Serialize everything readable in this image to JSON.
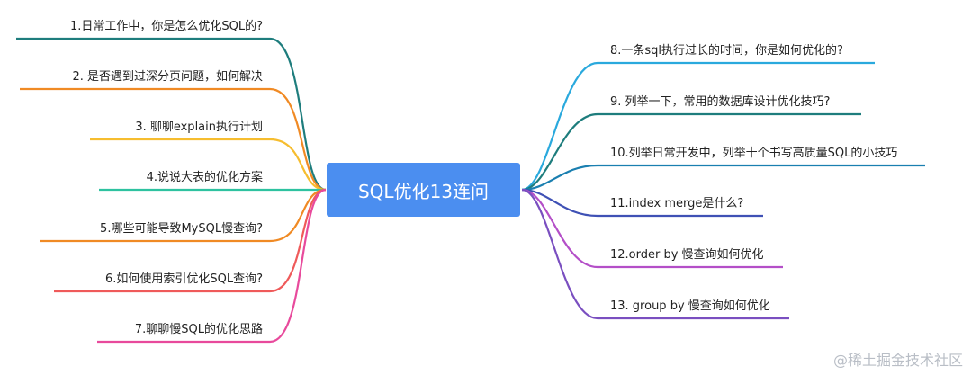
{
  "center": {
    "title": "SQL优化13连问",
    "color": "#4b8ef0"
  },
  "left_branches": [
    {
      "label": "1.日常工作中，你是怎么优化SQL的?",
      "color": "#1e7d7d"
    },
    {
      "label": "2. 是否遇到过深分页问题，如何解决",
      "color": "#f08a24"
    },
    {
      "label": "3. 聊聊explain执行计划",
      "color": "#f6bd2f"
    },
    {
      "label": "4.说说大表的优化方案",
      "color": "#2ec2a0"
    },
    {
      "label": "5.哪些可能导致MySQL慢查询?",
      "color": "#f08a24"
    },
    {
      "label": "6.如何使用索引优化SQL查询?",
      "color": "#ef5a5a"
    },
    {
      "label": "7.聊聊慢SQL的优化思路",
      "color": "#e84a9c"
    }
  ],
  "right_branches": [
    {
      "label": "8.一条sql执行过长的时间，你是如何优化的?",
      "color": "#2aa9dd"
    },
    {
      "label": "9. 列举一下，常用的数据库设计优化技巧?",
      "color": "#1e7d7d"
    },
    {
      "label": "10.列举日常开发中，列举十个书写高质量SQL的小技巧",
      "color": "#1a7fb0"
    },
    {
      "label": "11.index merge是什么?",
      "color": "#3f51b5"
    },
    {
      "label": "12.order by 慢查询如何优化",
      "color": "#b44fc8"
    },
    {
      "label": "13. group by 慢查询如何优化",
      "color": "#7a4fc0"
    }
  ],
  "watermark": {
    "text": "@稀土掘金技术社区"
  }
}
